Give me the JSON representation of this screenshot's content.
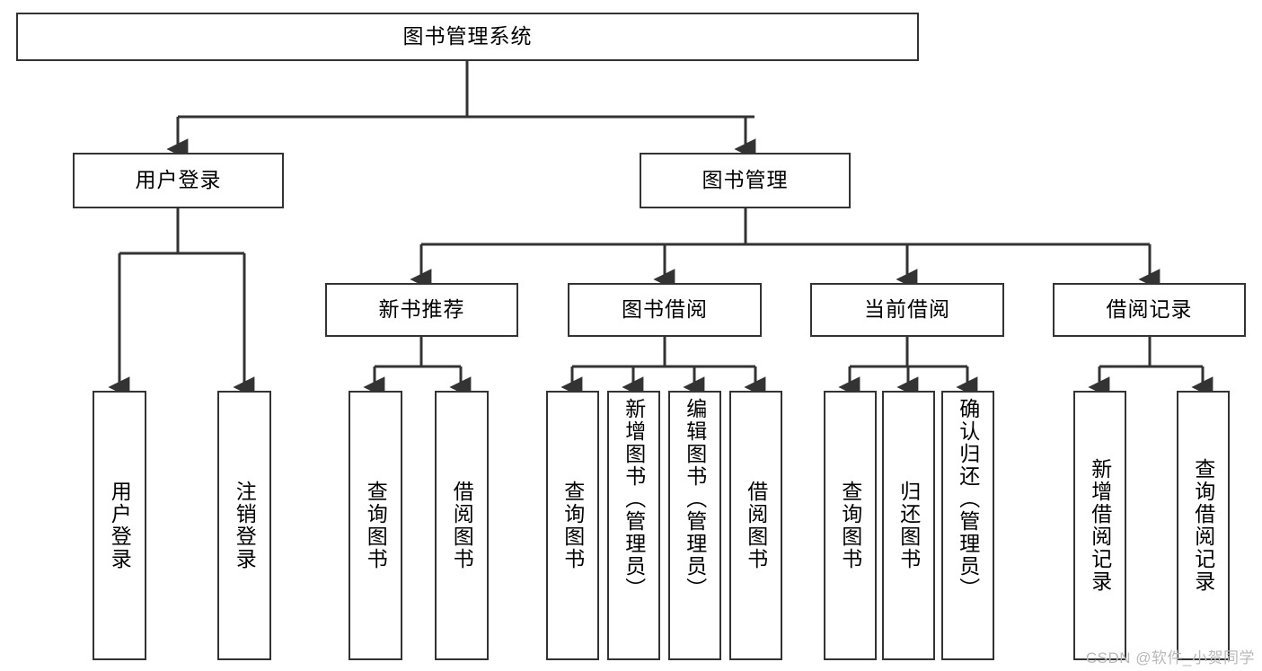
{
  "diagram": {
    "title": "图书管理系统",
    "type": "tree-hierarchy",
    "root": {
      "id": "root",
      "label": "图书管理系统"
    },
    "level2": [
      {
        "id": "user-login",
        "label": "用户登录"
      },
      {
        "id": "book-management",
        "label": "图书管理"
      }
    ],
    "level3": [
      {
        "id": "new-book-recommend",
        "label": "新书推荐"
      },
      {
        "id": "book-borrow",
        "label": "图书借阅"
      },
      {
        "id": "current-borrow",
        "label": "当前借阅"
      },
      {
        "id": "borrow-record",
        "label": "借阅记录"
      }
    ],
    "leaves": {
      "user_login": [
        {
          "id": "leaf-user-login",
          "label": "用户登录"
        },
        {
          "id": "leaf-logout",
          "label": "注销登录"
        }
      ],
      "new_book_recommend": [
        {
          "id": "leaf-query-book-1",
          "label": "查询图书"
        },
        {
          "id": "leaf-borrow-book-1",
          "label": "借阅图书"
        }
      ],
      "book_borrow": [
        {
          "id": "leaf-query-book-2",
          "label": "查询图书"
        },
        {
          "id": "leaf-add-book",
          "label": "新增图书（管理员）"
        },
        {
          "id": "leaf-edit-book",
          "label": "编辑图书（管理员）"
        },
        {
          "id": "leaf-borrow-book-2",
          "label": "借阅图书"
        }
      ],
      "current_borrow": [
        {
          "id": "leaf-query-book-3",
          "label": "查询图书"
        },
        {
          "id": "leaf-return-book",
          "label": "归还图书"
        },
        {
          "id": "leaf-confirm-return",
          "label": "确认归还（管理员）"
        }
      ],
      "borrow_record": [
        {
          "id": "leaf-add-record",
          "label": "新增借阅记录"
        },
        {
          "id": "leaf-query-record",
          "label": "查询借阅记录"
        }
      ]
    }
  },
  "watermark": {
    "text": "CSDN @软件_小贺同学"
  },
  "colors": {
    "border": "#333333",
    "background": "#ffffff",
    "text": "#000000",
    "watermark": "#b9b9b9"
  }
}
